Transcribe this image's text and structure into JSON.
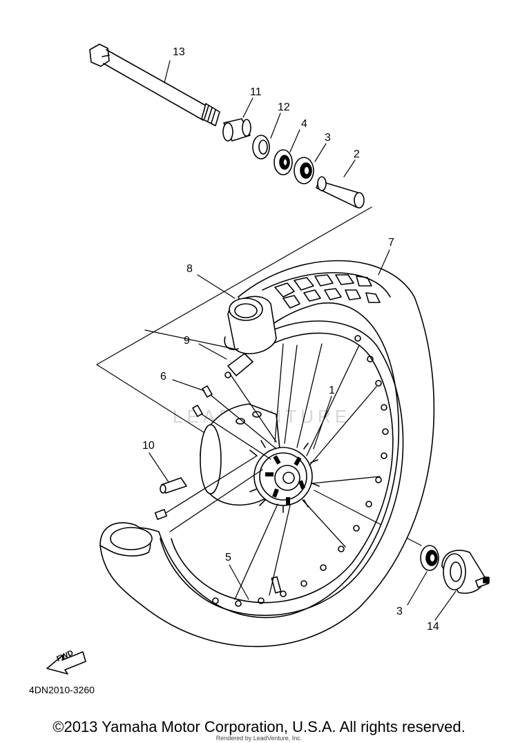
{
  "diagram": {
    "callouts": [
      "13",
      "11",
      "12",
      "4",
      "3",
      "2",
      "7",
      "8",
      "9",
      "6",
      "1",
      "10",
      "5",
      "3",
      "14"
    ],
    "part_code": "4DN2010-3260",
    "fwd_label": "FWD",
    "watermark": "LEADVENTURE"
  },
  "footer": {
    "copyright": "©2013 Yamaha Motor Corporation, U.S.A. All rights reserved.",
    "rendered_by": "Rendered by LeadVenture, Inc."
  }
}
